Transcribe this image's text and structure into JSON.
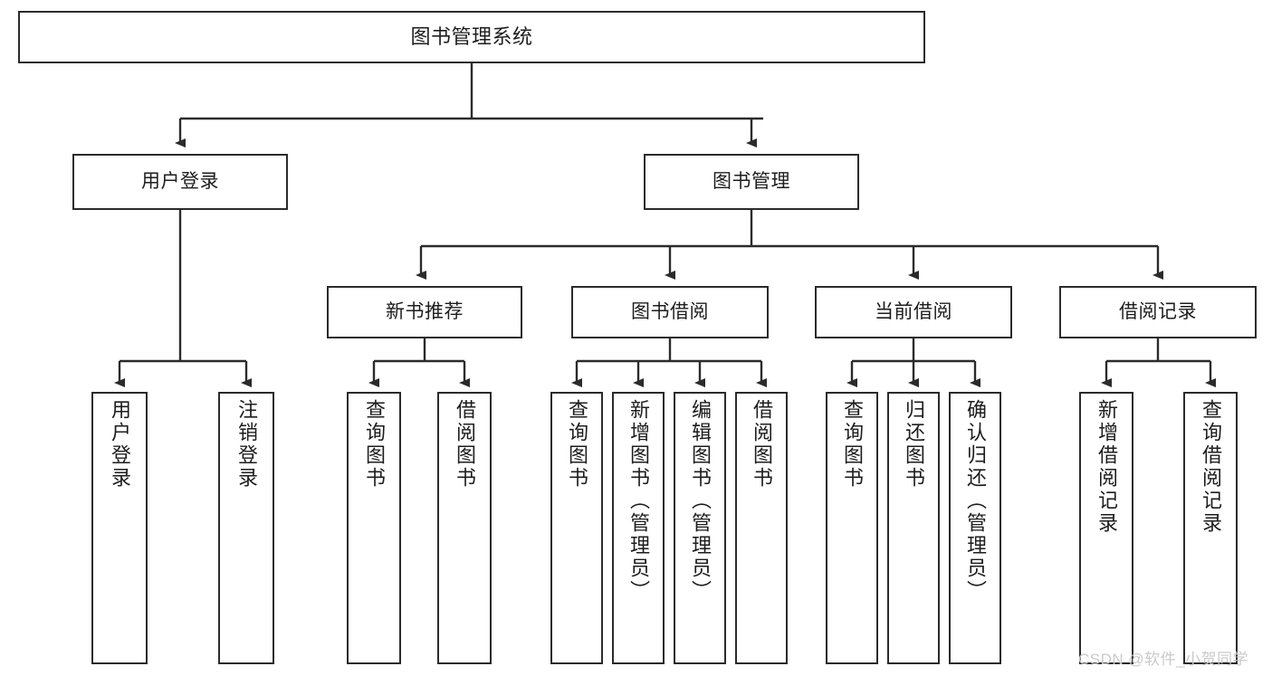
{
  "diagram": {
    "title": "图书管理系统",
    "watermark": "CSDN @软件_小贺同学",
    "line_color": "#2b2b2b",
    "box_fill": "#ffffff",
    "text_color": "#1d1d1d",
    "watermark_color": "#c9c9c9"
  },
  "nodes": {
    "root": {
      "label": "图书管理系统"
    },
    "level2": [
      {
        "label": "用户登录"
      },
      {
        "label": "图书管理"
      }
    ],
    "level3": [
      {
        "label": "新书推荐"
      },
      {
        "label": "图书借阅"
      },
      {
        "label": "当前借阅"
      },
      {
        "label": "借阅记录"
      }
    ],
    "leaves": {
      "user_login": [
        {
          "label": "用户登录"
        },
        {
          "label": "注销登录"
        }
      ],
      "new_book_recommend": [
        {
          "label": "查询图书"
        },
        {
          "label": "借阅图书"
        }
      ],
      "book_borrow": [
        {
          "label": "查询图书"
        },
        {
          "label": "新增图书（管理员）"
        },
        {
          "label": "编辑图书（管理员）"
        },
        {
          "label": "借阅图书"
        }
      ],
      "current_borrow": [
        {
          "label": "查询图书"
        },
        {
          "label": "归还图书"
        },
        {
          "label": "确认归还（管理员）"
        }
      ],
      "borrow_records": [
        {
          "label": "新增借阅记录"
        },
        {
          "label": "查询借阅记录"
        }
      ]
    }
  }
}
